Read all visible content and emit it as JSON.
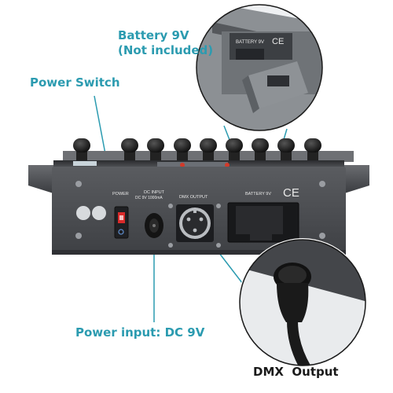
{
  "callouts": {
    "battery_line1": "Battery 9V",
    "battery_line2": "(Not included)",
    "power_switch": "Power Switch",
    "power_input": "Power input: DC 9V",
    "dmx_output": "DMX  Output"
  },
  "panel_labels": {
    "power": "POWER",
    "dc_input_line1": "DC INPUT",
    "dc_input_line2": "DC 9V 1000mA",
    "dmx_output": "DMX OUTPUT",
    "battery": "BATTERY 9V",
    "ce_mark": "CE"
  },
  "zoom_labels": {
    "battery_lid": "BATTERY 9V",
    "ce_mark": "CE"
  },
  "colors": {
    "callout_text": "#2b9bb0",
    "pointer_line": "#2b9bb0",
    "panel_body": "#4a4c50",
    "knob": "#1a1a1a"
  }
}
